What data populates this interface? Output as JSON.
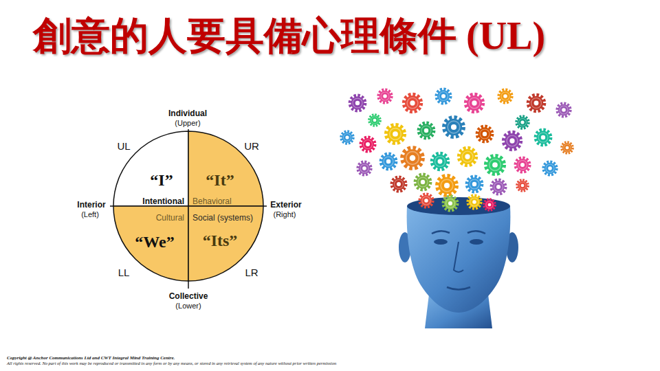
{
  "diagram": {
    "title": "創意的人要具備心理條件 (UL)",
    "nodes": [
      {
        "text": [
          "“I”",
          "Intentional"
        ]
      },
      {
        "text": [
          "“It”",
          "Behavioral"
        ]
      },
      {
        "text": [
          "Cultural",
          "“We”"
        ]
      },
      {
        "text": [
          "Social (systems)",
          "“Its”"
        ]
      }
    ],
    "labels": [
      "Individual",
      "(Upper)",
      "UL",
      "UR",
      "Interior",
      "(Left)",
      "Exterior",
      "(Right)",
      "LL",
      "LR",
      "Collective",
      "(Lower)",
      "Copyright @ Anchor Communications Ltd and CWT Integral Mind Training Centre.",
      "All rights reserved. No part of this work may be reproduced or transmitted in any form or by any means, or stored in any retrieval system of any nature without prior written permission"
    ]
  }
}
